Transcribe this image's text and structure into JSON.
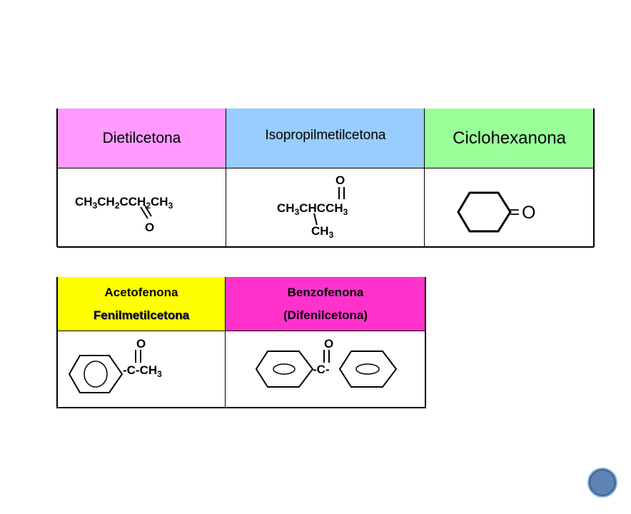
{
  "table1": {
    "headers": [
      {
        "text": "Dietilcetona",
        "color": "#ff99ff"
      },
      {
        "text": "Isopropilmetilcetona",
        "color": "#99ccff"
      },
      {
        "text": "Ciclohexanona",
        "color": "#99ff99"
      }
    ],
    "dietil": {
      "main": "CH3CH2CCH2CH3",
      "parts": [
        "CH",
        "3",
        "CH",
        "2",
        "CCH",
        "2",
        "CH",
        "3"
      ],
      "oxygen": "O"
    },
    "isopropil": {
      "oxygen": "O",
      "parts": [
        "CH",
        "3",
        "CHCCH",
        "3"
      ],
      "branch": [
        "CH",
        "3"
      ]
    },
    "ciclo": {
      "oxygen": "O",
      "bond": "="
    }
  },
  "table2": {
    "headers": [
      {
        "line1": "Acetofenona",
        "line2": "Fenilmetilcetona",
        "color": "#ffff00"
      },
      {
        "line1": "Benzofenona",
        "line2": "(Difenilcetona)",
        "color": "#ff33cc"
      }
    ],
    "aceto": {
      "oxygen": "O",
      "parts": [
        "-C-CH",
        "3"
      ]
    },
    "benzo": {
      "oxygen": "O",
      "group": "-C-"
    }
  }
}
